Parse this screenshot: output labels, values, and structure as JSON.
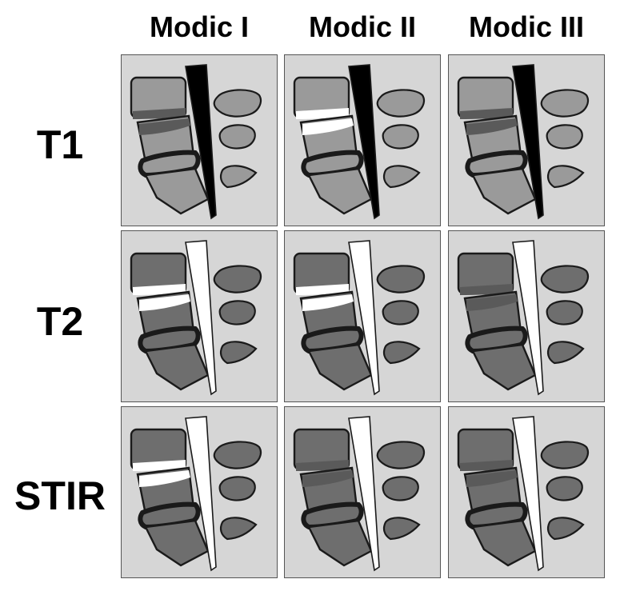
{
  "columns": [
    {
      "label": "Modic I"
    },
    {
      "label": "Modic II"
    },
    {
      "label": "Modic III"
    }
  ],
  "rows": [
    {
      "label": "T1"
    },
    {
      "label": "T2"
    },
    {
      "label": "STIR"
    }
  ],
  "colors": {
    "panel_background": "#d6d6d6",
    "outline": "#1a1a1a",
    "t1_vertebra": "#9a9a9a",
    "t1_canal": "#000000",
    "t2_vertebra": "#6e6e6e",
    "t2_canal": "#ffffff",
    "hypointense_band": "#5a5a5a",
    "hyperintense_band": "#ffffff"
  },
  "panels": [
    [
      {
        "sequence": "T1",
        "modic": "Modic I",
        "endplate_signal": "dark"
      },
      {
        "sequence": "T1",
        "modic": "Modic II",
        "endplate_signal": "bright"
      },
      {
        "sequence": "T1",
        "modic": "Modic III",
        "endplate_signal": "dark"
      }
    ],
    [
      {
        "sequence": "T2",
        "modic": "Modic I",
        "endplate_signal": "bright"
      },
      {
        "sequence": "T2",
        "modic": "Modic II",
        "endplate_signal": "bright"
      },
      {
        "sequence": "T2",
        "modic": "Modic III",
        "endplate_signal": "dark"
      }
    ],
    [
      {
        "sequence": "STIR",
        "modic": "Modic I",
        "endplate_signal": "bright"
      },
      {
        "sequence": "STIR",
        "modic": "Modic II",
        "endplate_signal": "dark"
      },
      {
        "sequence": "STIR",
        "modic": "Modic III",
        "endplate_signal": "dark"
      }
    ]
  ]
}
